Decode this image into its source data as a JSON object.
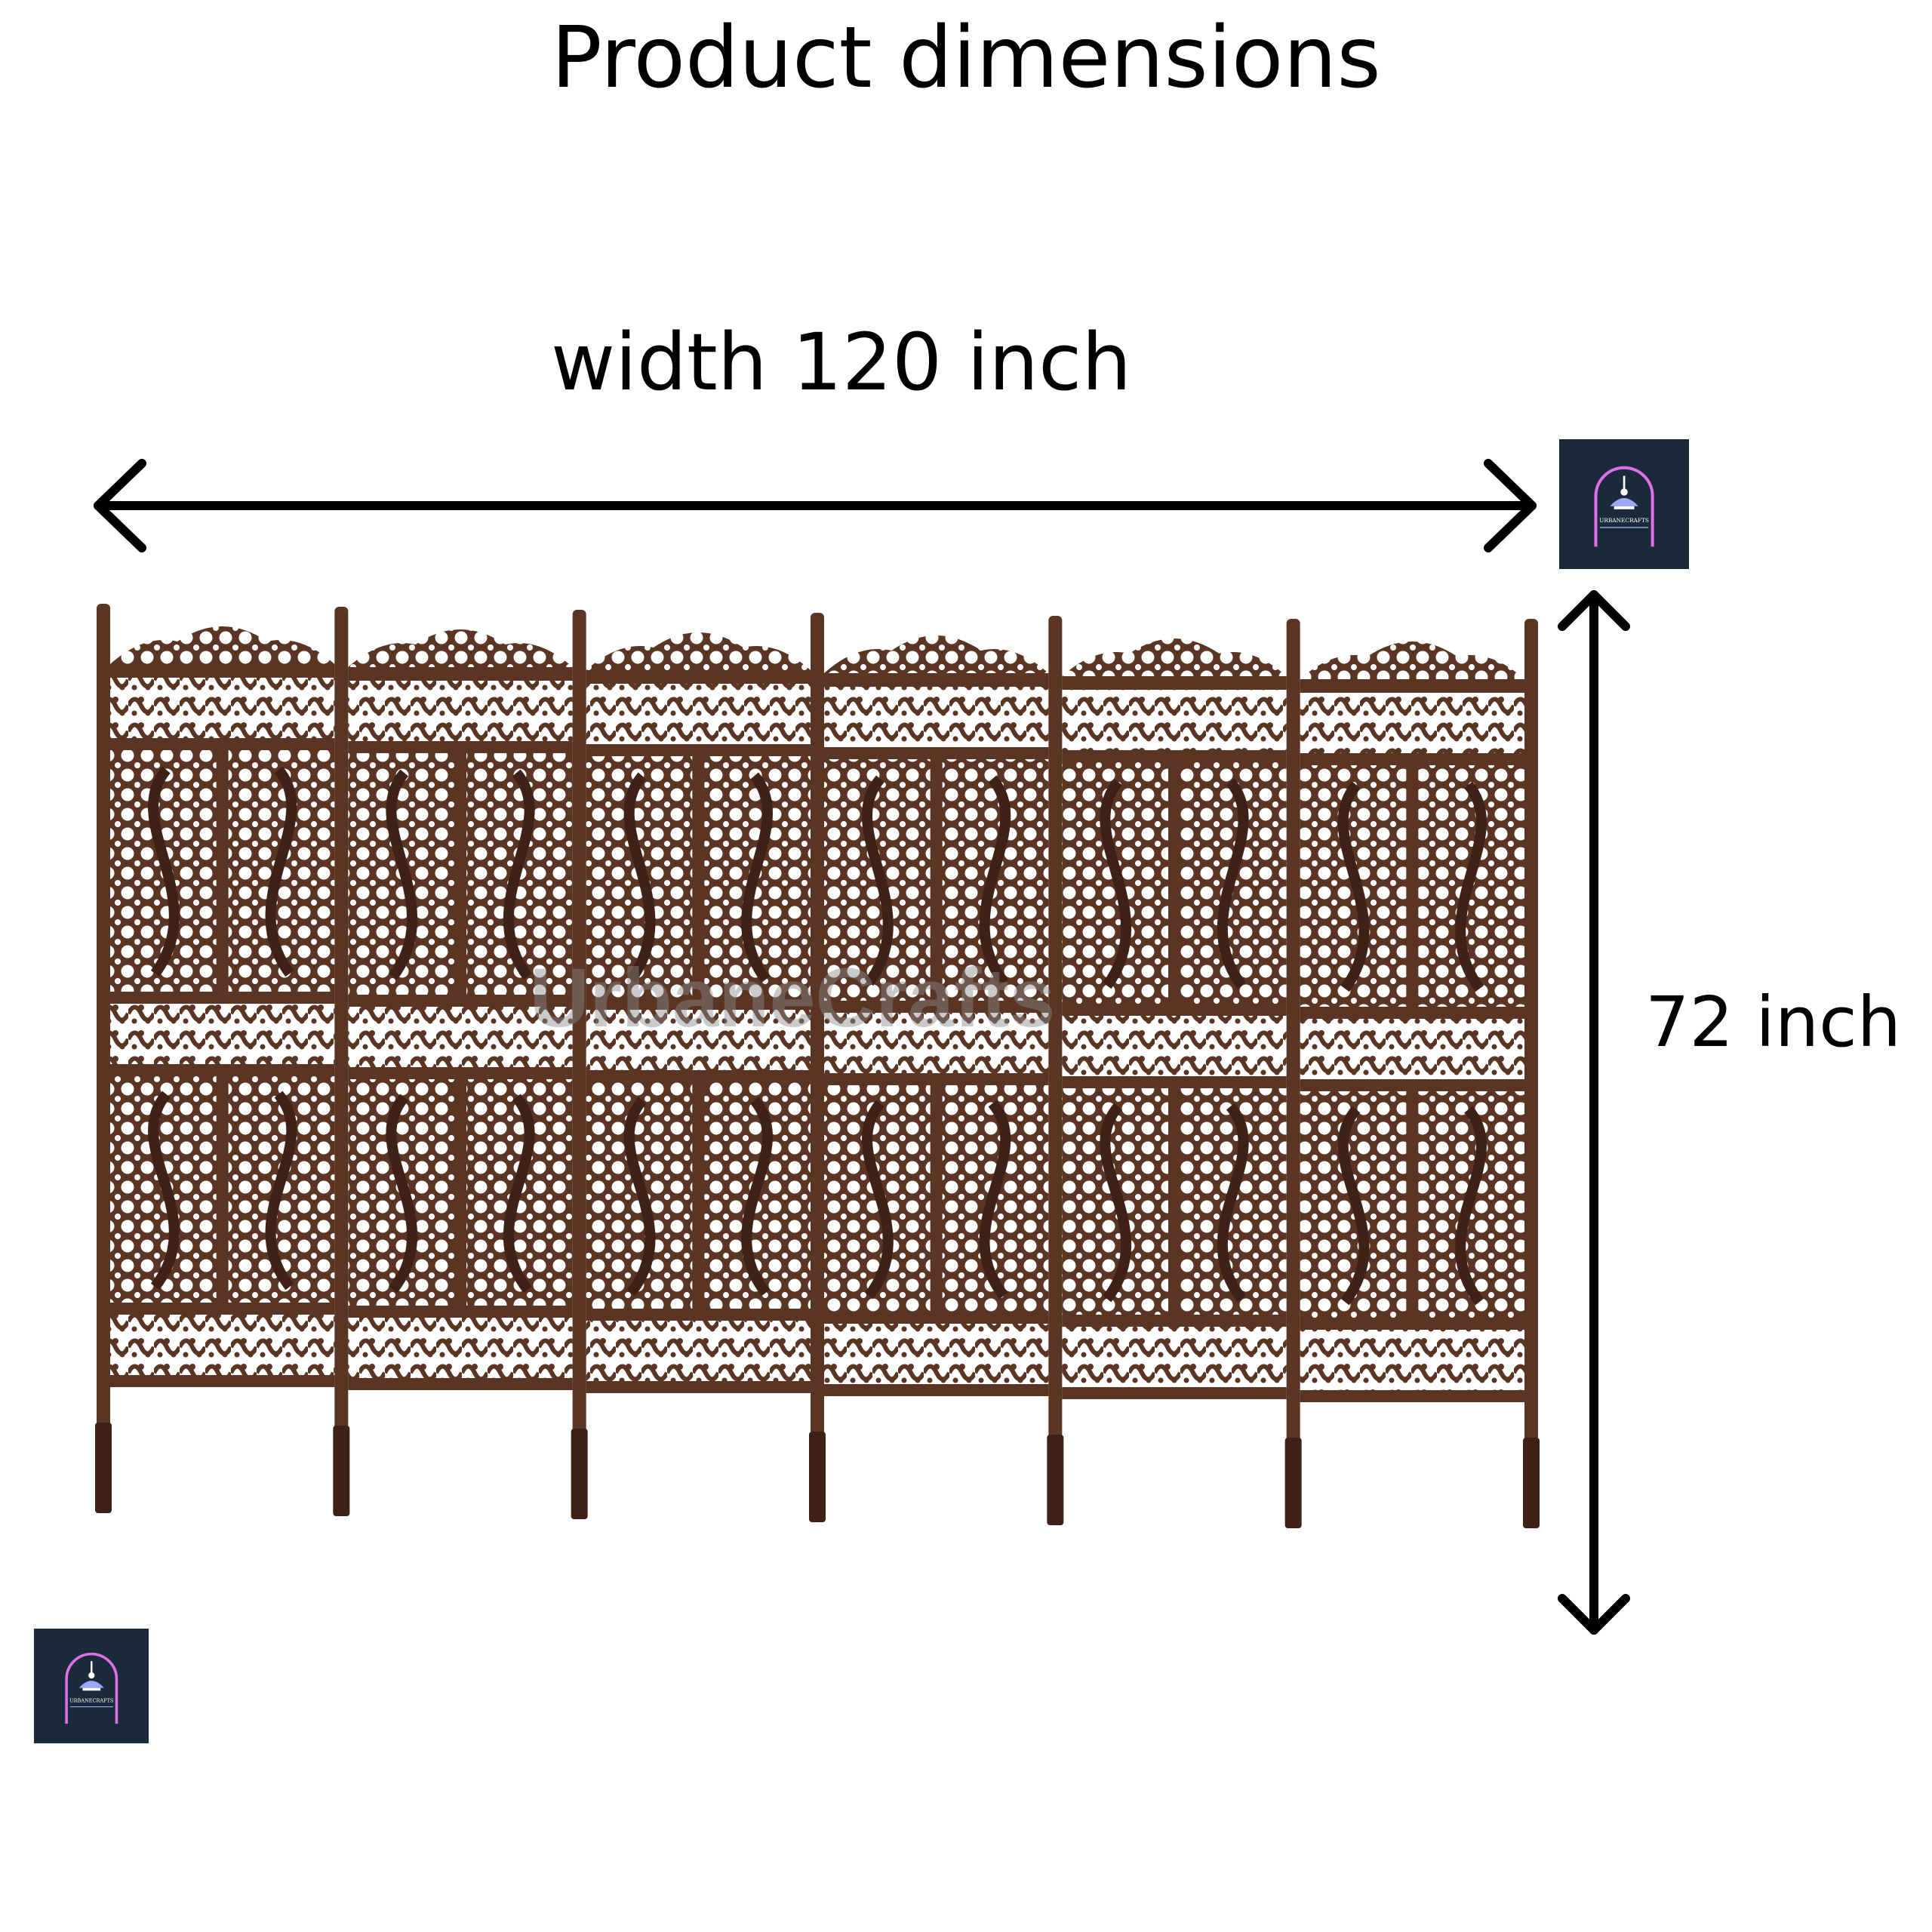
{
  "title": "Product dimensions",
  "dimensions": {
    "width_label": "width 120 inch",
    "height_label": "72 inch"
  },
  "product": {
    "panel_count": 6,
    "wood_color": "#5a3524",
    "wood_dark": "#3e2217",
    "wood_light": "#7a5038"
  },
  "watermark": "UrbaneCrafts",
  "brand": {
    "logo_text": "URBANECRAFTS",
    "logo_bg": "#1b2a3a",
    "logo_accent": "#9aa8ff",
    "logo_arch": "#e070e8"
  },
  "icons": {
    "width_arrow": "double-arrow-horizontal",
    "height_arrow": "double-arrow-vertical",
    "logo": "lamp-arch-logo"
  }
}
